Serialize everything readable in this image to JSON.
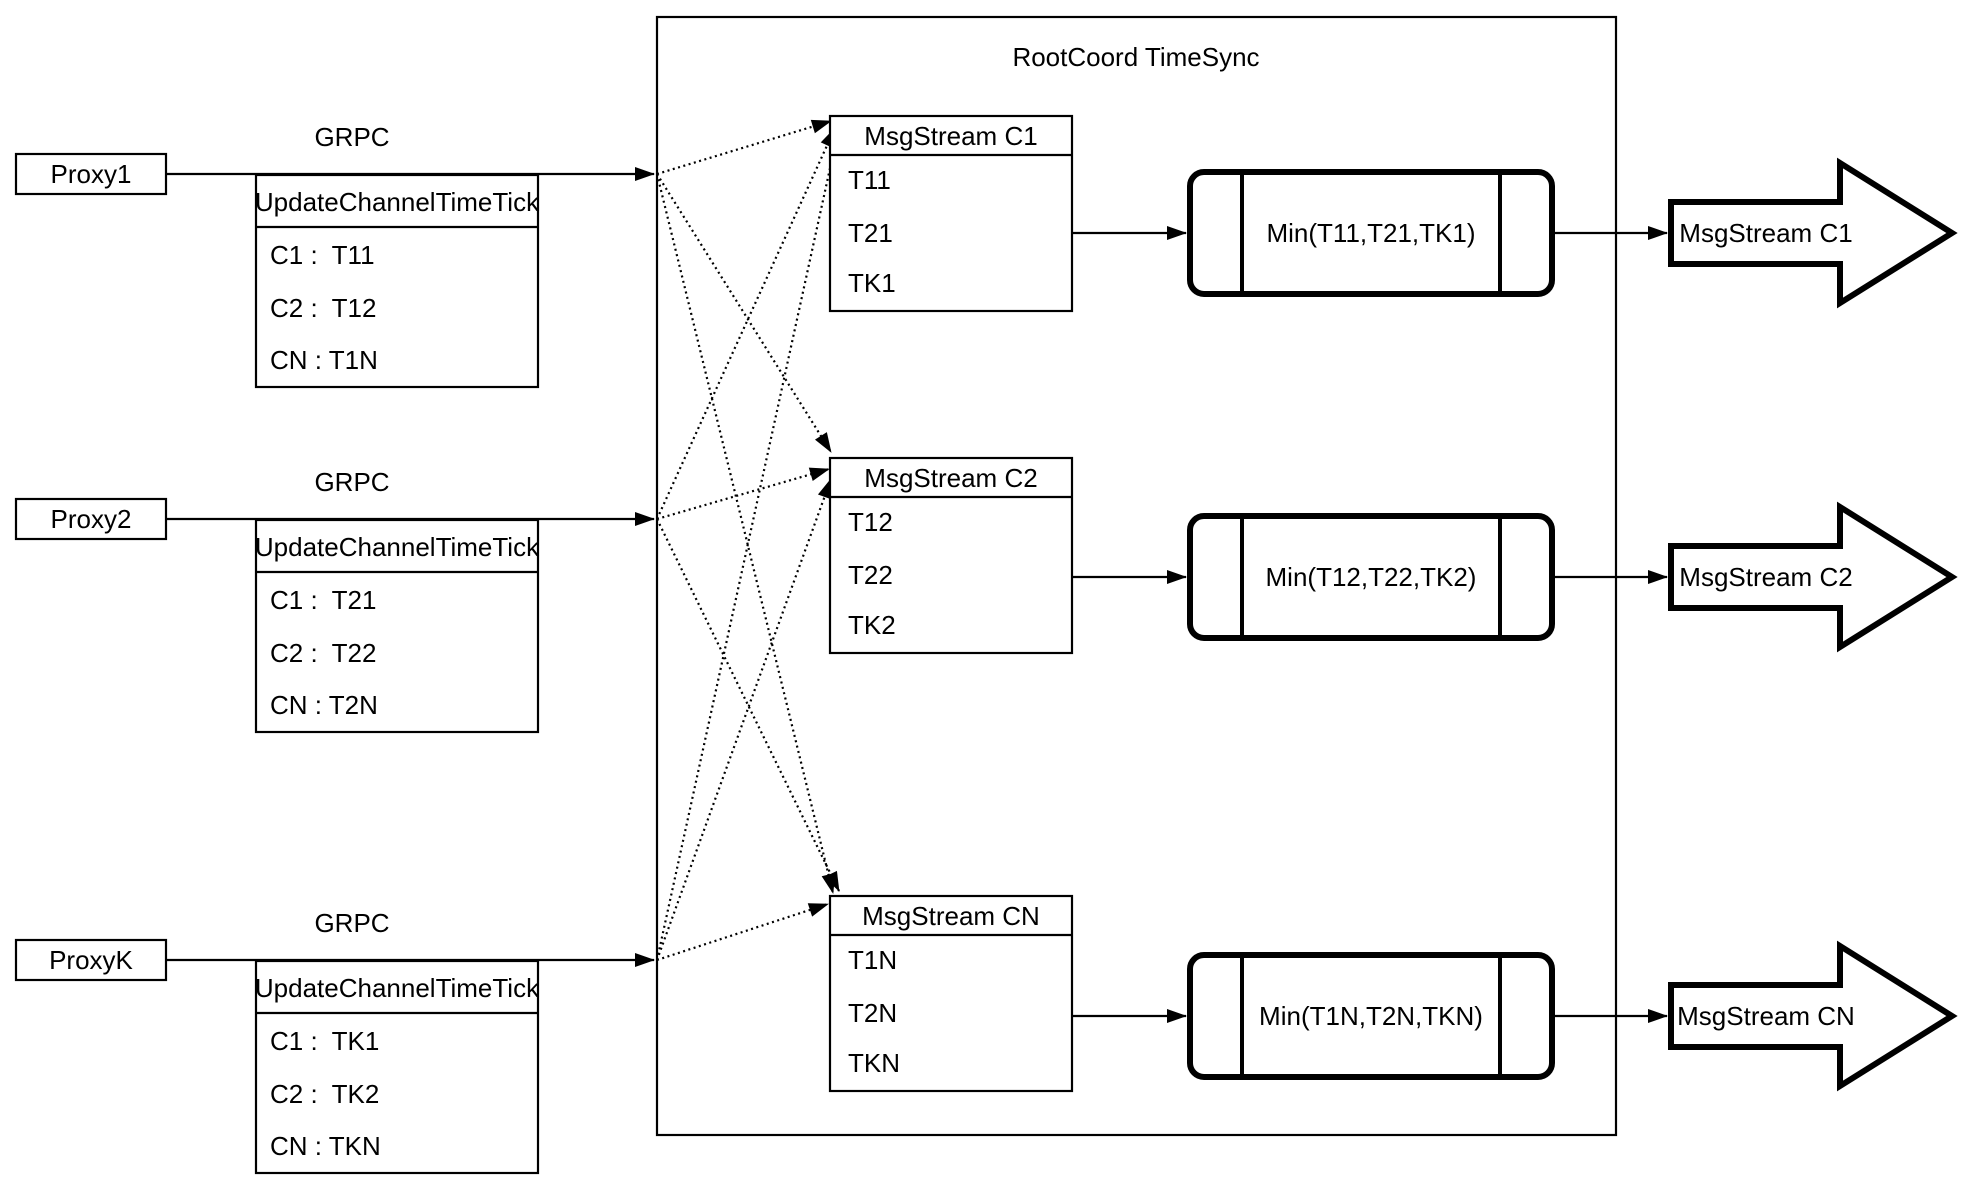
{
  "diagram_title": "RootCoord TimeSync",
  "colors": {
    "stroke": "#000000",
    "fill": "#ffffff",
    "background": "#ffffff"
  },
  "rows": [
    {
      "proxy_label": "Proxy1",
      "grpc_label": "GRPC",
      "update_box": {
        "title": "UpdateChannelTimeTick",
        "entries": [
          "C1 :  T11",
          "C2 :  T12",
          "CN : T1N"
        ]
      },
      "msgstream_box": {
        "title": "MsgStream C1",
        "entries": [
          "T11",
          "T21",
          "TK1"
        ]
      },
      "min_label": "Min(T11,T21,TK1)",
      "output_arrow_label": "MsgStream C1"
    },
    {
      "proxy_label": "Proxy2",
      "grpc_label": "GRPC",
      "update_box": {
        "title": "UpdateChannelTimeTick",
        "entries": [
          "C1 :  T21",
          "C2 :  T22",
          "CN : T2N"
        ]
      },
      "msgstream_box": {
        "title": "MsgStream C2",
        "entries": [
          "T12",
          "T22",
          "TK2"
        ]
      },
      "min_label": "Min(T12,T22,TK2)",
      "output_arrow_label": "MsgStream C2"
    },
    {
      "proxy_label": "ProxyK",
      "grpc_label": "GRPC",
      "update_box": {
        "title": "UpdateChannelTimeTick",
        "entries": [
          "C1 :  TK1",
          "C2 :  TK2",
          "CN : TKN"
        ]
      },
      "msgstream_box": {
        "title": "MsgStream CN",
        "entries": [
          "T1N",
          "T2N",
          "TKN"
        ]
      },
      "min_label": "Min(T1N,T2N,TKN)",
      "output_arrow_label": "MsgStream CN"
    }
  ]
}
